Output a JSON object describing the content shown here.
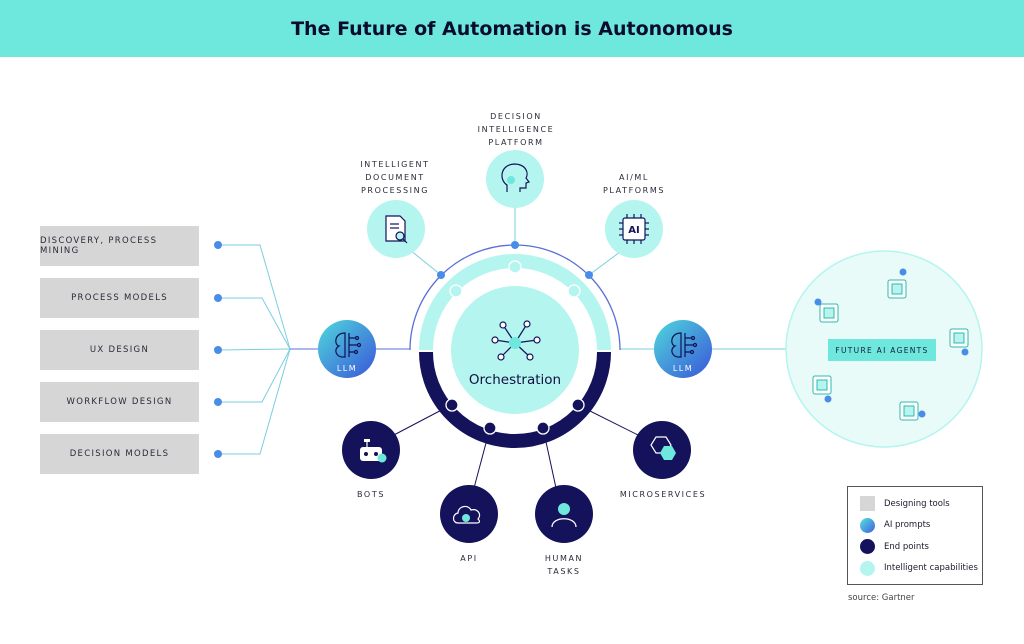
{
  "title": "The Future of Automation is Autonomous",
  "designing_tools": [
    "DISCOVERY, PROCESS MINING",
    "PROCESS MODELS",
    "UX DESIGN",
    "WORKFLOW DESIGN",
    "DECISION MODELS"
  ],
  "hub": {
    "label": "Orchestration"
  },
  "intelligent_capabilities": [
    "INTELLIGENT\nDOCUMENT\nPROCESSING",
    "DECISION\nINTELLIGENCE\nPLATFORM",
    "AI/ML\nPLATFORMS"
  ],
  "ai_icon_text": "AI",
  "end_points": [
    "BOTS",
    "API",
    "HUMAN\nTASKS",
    "MICROSERVICES"
  ],
  "llm_label": "LLM",
  "future_agents": "FUTURE AI AGENTS",
  "legend": [
    {
      "label": "Designing tools",
      "color": "#d6d6d6"
    },
    {
      "label": "AI prompts",
      "color": "#4a8de8"
    },
    {
      "label": "End points",
      "color": "#14125a"
    },
    {
      "label": "Intelligent capabilities",
      "color": "#b5f5ef"
    }
  ],
  "source": "source: Gartner",
  "colors": {
    "header": "#6ee8dd",
    "navy": "#14125a",
    "teal_light": "#b5f5ef",
    "teal": "#6ee8dd",
    "blue": "#4a8de8"
  }
}
